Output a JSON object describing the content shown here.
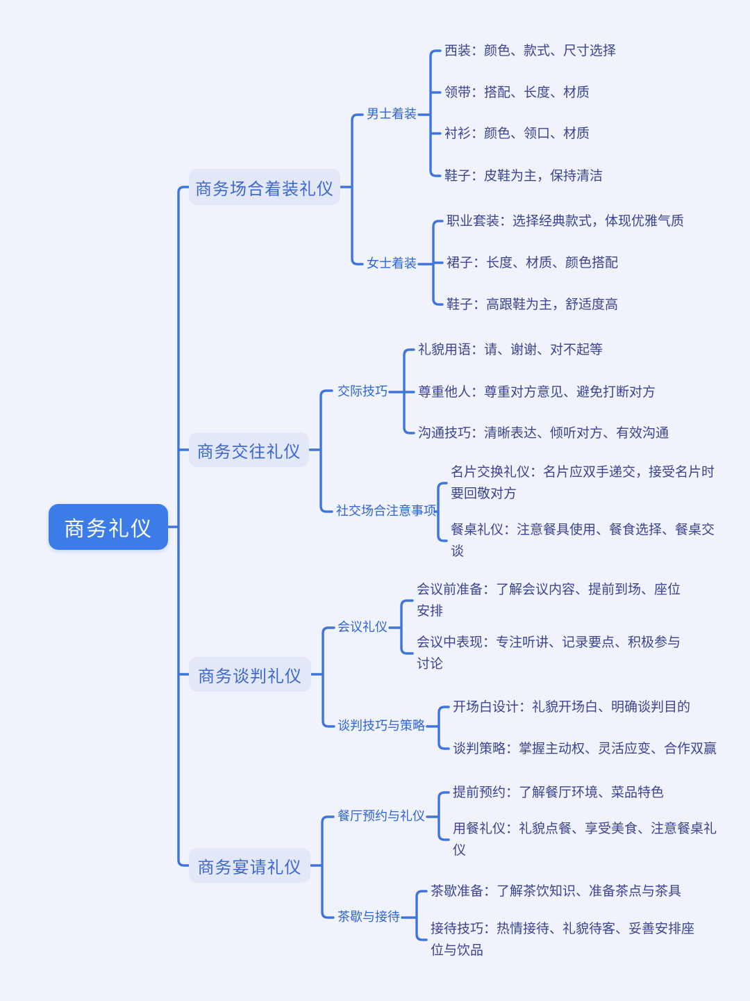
{
  "colors": {
    "background": "#F1F3FC",
    "root_fill": "#3C7CE8",
    "root_text": "#FFFFFF",
    "branch_fill": "#E3E8F8",
    "branch_text": "#3E68CE",
    "child_text": "#2E64D5",
    "leaf_text": "#3A4492",
    "connector": "#3E74DC"
  },
  "root": {
    "label": "商务礼仪"
  },
  "branches": [
    {
      "label": "商务场合着装礼仪",
      "children": [
        {
          "label": "男士着装",
          "leaves": [
            {
              "lines": [
                "西装：颜色、款式、尺寸选择"
              ]
            },
            {
              "lines": [
                "领带：搭配、长度、材质"
              ]
            },
            {
              "lines": [
                "衬衫：颜色、领口、材质"
              ]
            },
            {
              "lines": [
                "鞋子：皮鞋为主，保持清洁"
              ]
            }
          ]
        },
        {
          "label": "女士着装",
          "leaves": [
            {
              "lines": [
                "职业套装：选择经典款式，体现优雅气质"
              ]
            },
            {
              "lines": [
                "裙子：长度、材质、颜色搭配"
              ]
            },
            {
              "lines": [
                "鞋子：高跟鞋为主，舒适度高"
              ]
            }
          ]
        }
      ]
    },
    {
      "label": "商务交往礼仪",
      "children": [
        {
          "label": "交际技巧",
          "leaves": [
            {
              "lines": [
                "礼貌用语：请、谢谢、对不起等"
              ]
            },
            {
              "lines": [
                "尊重他人：尊重对方意见、避免打断对方"
              ]
            },
            {
              "lines": [
                "沟通技巧：清晰表达、倾听对方、有效沟通"
              ]
            }
          ]
        },
        {
          "label": "社交场合注意事项",
          "leaves": [
            {
              "lines": [
                "名片交换礼仪：名片应双手递交，接受名片时",
                "要回敬对方"
              ]
            },
            {
              "lines": [
                "餐桌礼仪：注意餐具使用、餐食选择、餐桌交",
                "谈"
              ]
            }
          ]
        }
      ]
    },
    {
      "label": "商务谈判礼仪",
      "children": [
        {
          "label": "会议礼仪",
          "leaves": [
            {
              "lines": [
                "会议前准备：了解会议内容、提前到场、座位",
                "安排"
              ]
            },
            {
              "lines": [
                "会议中表现：专注听讲、记录要点、积极参与",
                "讨论"
              ]
            }
          ]
        },
        {
          "label": "谈判技巧与策略",
          "leaves": [
            {
              "lines": [
                "开场白设计：礼貌开场白、明确谈判目的"
              ]
            },
            {
              "lines": [
                "谈判策略：掌握主动权、灵活应变、合作双赢"
              ]
            }
          ]
        }
      ]
    },
    {
      "label": "商务宴请礼仪",
      "children": [
        {
          "label": "餐厅预约与礼仪",
          "leaves": [
            {
              "lines": [
                "提前预约：了解餐厅环境、菜品特色"
              ]
            },
            {
              "lines": [
                "用餐礼仪：礼貌点餐、享受美食、注意餐桌礼",
                "仪"
              ]
            }
          ]
        },
        {
          "label": "茶歇与接待",
          "leaves": [
            {
              "lines": [
                "茶歇准备：了解茶饮知识、准备茶点与茶具"
              ]
            },
            {
              "lines": [
                "接待技巧：热情接待、礼貌待客、妥善安排座",
                "位与饮品"
              ]
            }
          ]
        }
      ]
    }
  ]
}
